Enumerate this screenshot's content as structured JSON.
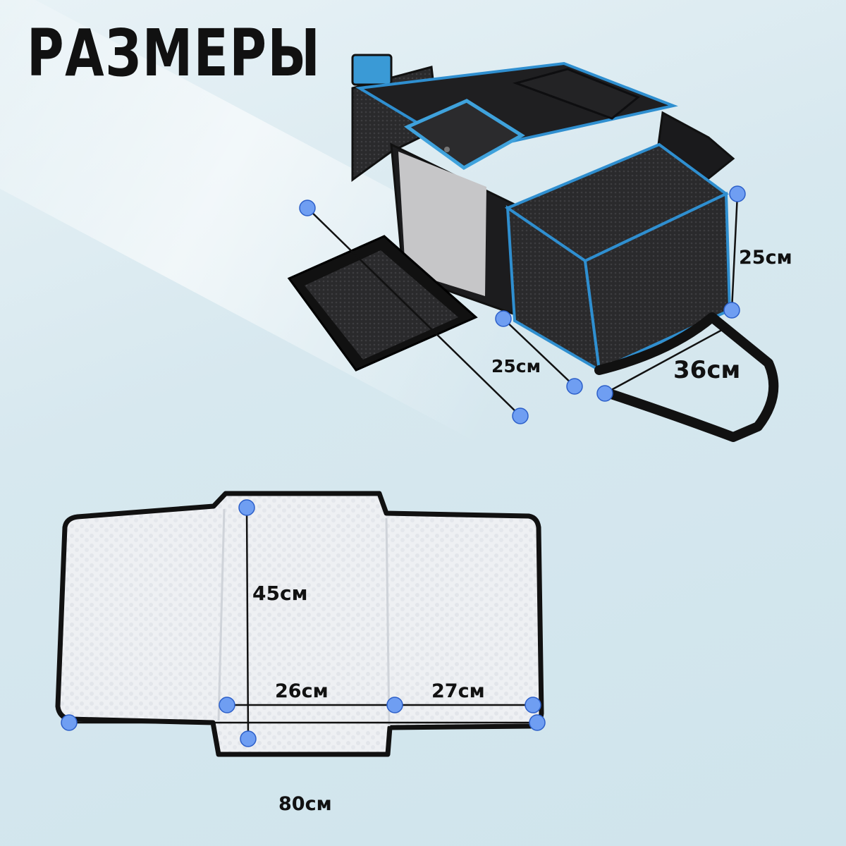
{
  "title": "РАЗМЕРЫ",
  "carrier": {
    "height_label": "25см",
    "depth_label": "25см",
    "width_label": "36см"
  },
  "mat": {
    "height_label": "45см",
    "inner_width_label": "26см",
    "side_width_label": "27см",
    "total_width_label": "80см"
  },
  "colors": {
    "marker": "#6f9ef2",
    "accent": "#2f8fd0",
    "fabric": "#1c1c1e",
    "fleece": "#eef1f4"
  }
}
